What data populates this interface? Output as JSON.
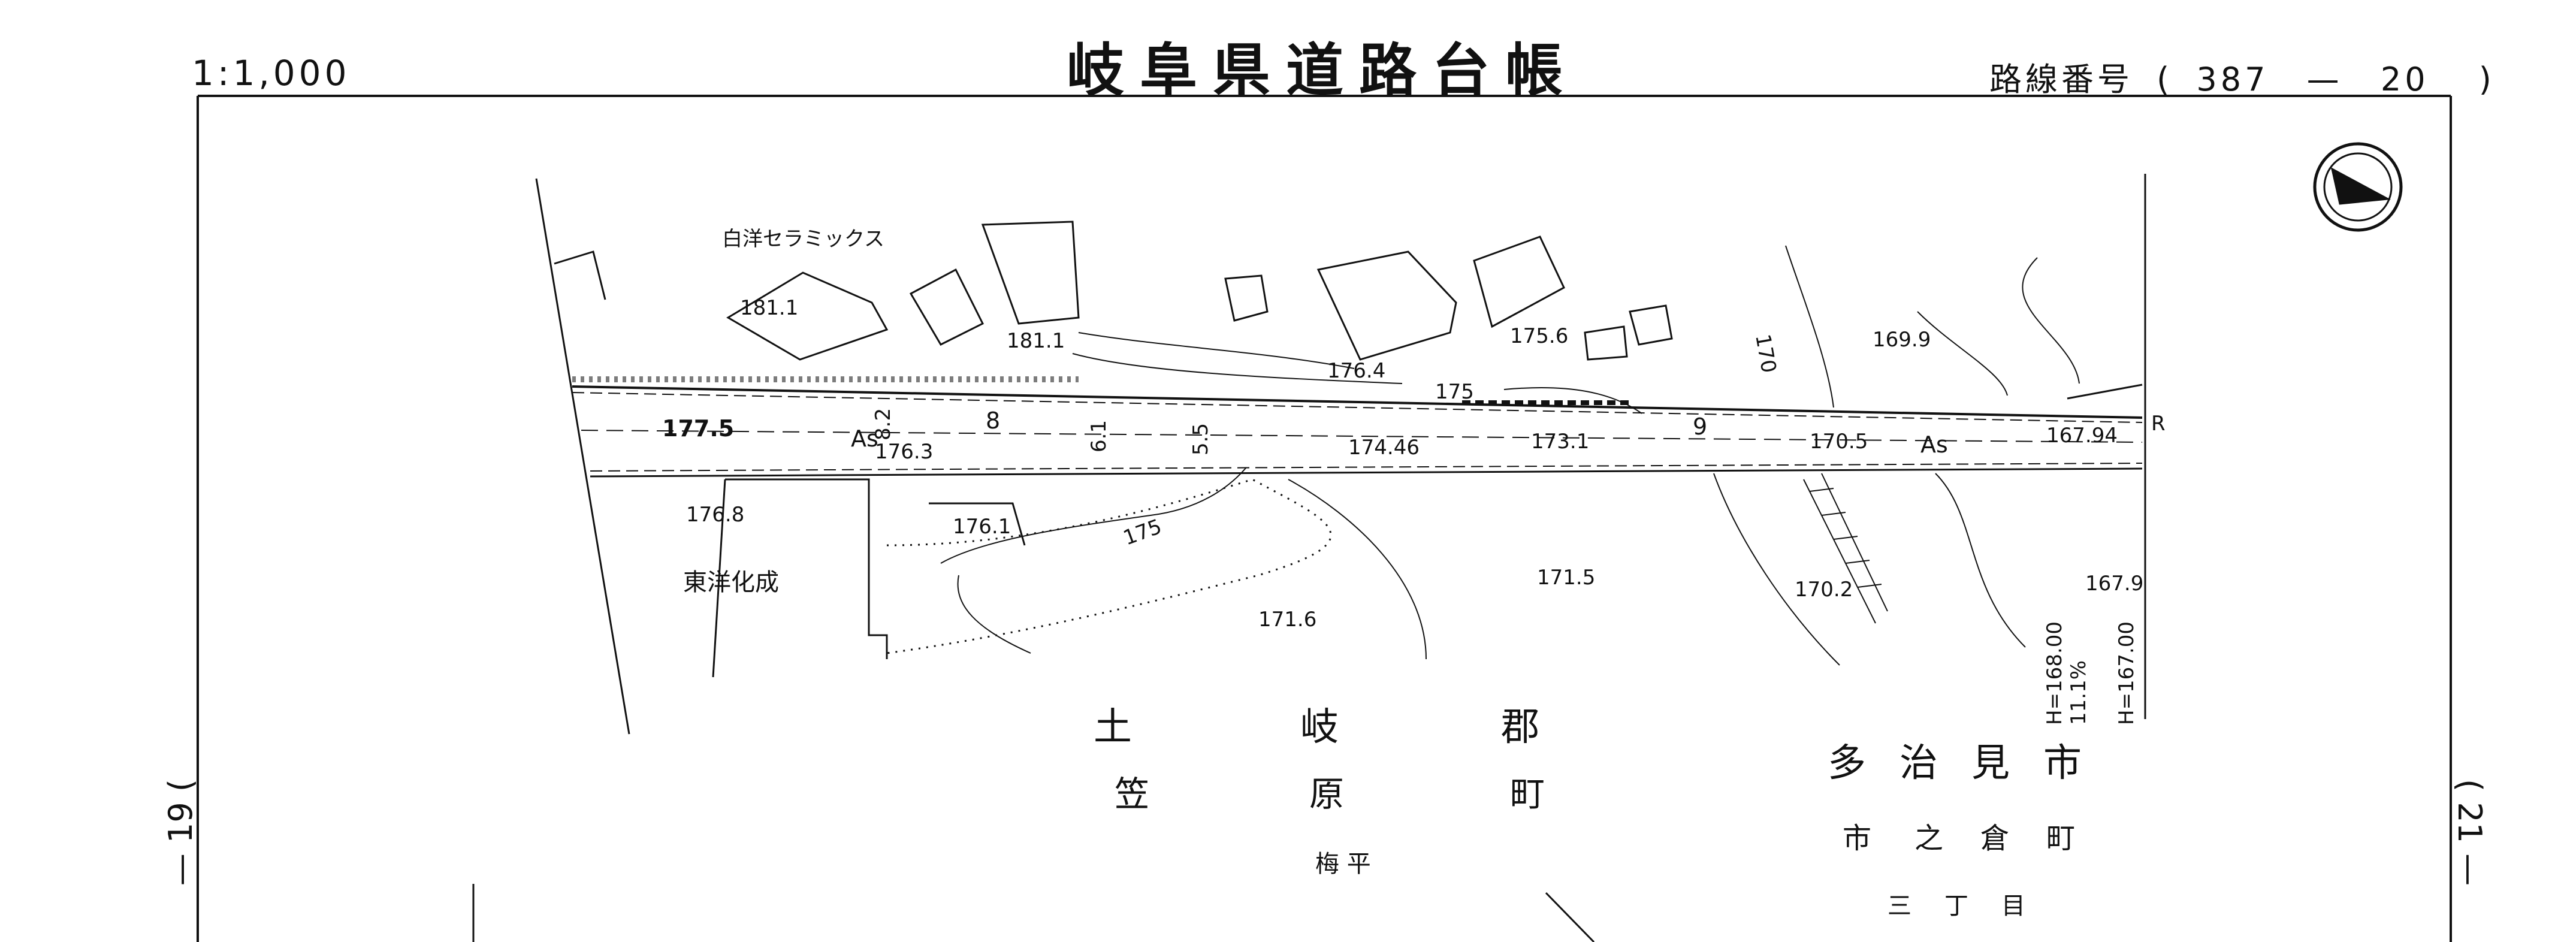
{
  "header": {
    "scale": "1:1,000",
    "title": "岐阜県道路台帳",
    "route_label": "路線番号",
    "route_open": "(",
    "route_number": "387",
    "route_dash": "—",
    "route_sheet": "20",
    "route_close": ")"
  },
  "side_marks": {
    "left": "— 19 (",
    "right": "( 21 —"
  },
  "map": {
    "buildings": {
      "hakuyo": "白洋セラミックス",
      "toyo": "東洋化成"
    },
    "elevations": [
      "181.1",
      "181.1",
      "176.4",
      "175.6",
      "169.9",
      "176.3",
      "174.46",
      "173.1",
      "170.5",
      "167.94",
      "177.5",
      "176.8",
      "176.1",
      "171.5",
      "171.6",
      "170.2",
      "167.9"
    ],
    "contours": [
      "175",
      "175",
      "170"
    ],
    "widths": [
      "8.2",
      "8",
      "6.1",
      "5.5",
      "9"
    ],
    "surface": [
      "As",
      "As"
    ],
    "route_marker": "R",
    "gradient": {
      "h1": "H=168.00",
      "pct": "11.1%",
      "h2": "H=167.00"
    },
    "places": {
      "gun": [
        "土",
        "岐",
        "郡"
      ],
      "cho": [
        "笠",
        "原",
        "町"
      ],
      "aza": "梅 平",
      "city": [
        "多",
        "治",
        "見",
        "市"
      ],
      "town": [
        "市",
        "之",
        "倉",
        "町"
      ],
      "chome": [
        "三",
        "丁",
        "目"
      ]
    }
  },
  "colors": {
    "ink": "#111111",
    "paper": "#ffffff"
  },
  "icons": [
    "north-arrow-icon"
  ]
}
